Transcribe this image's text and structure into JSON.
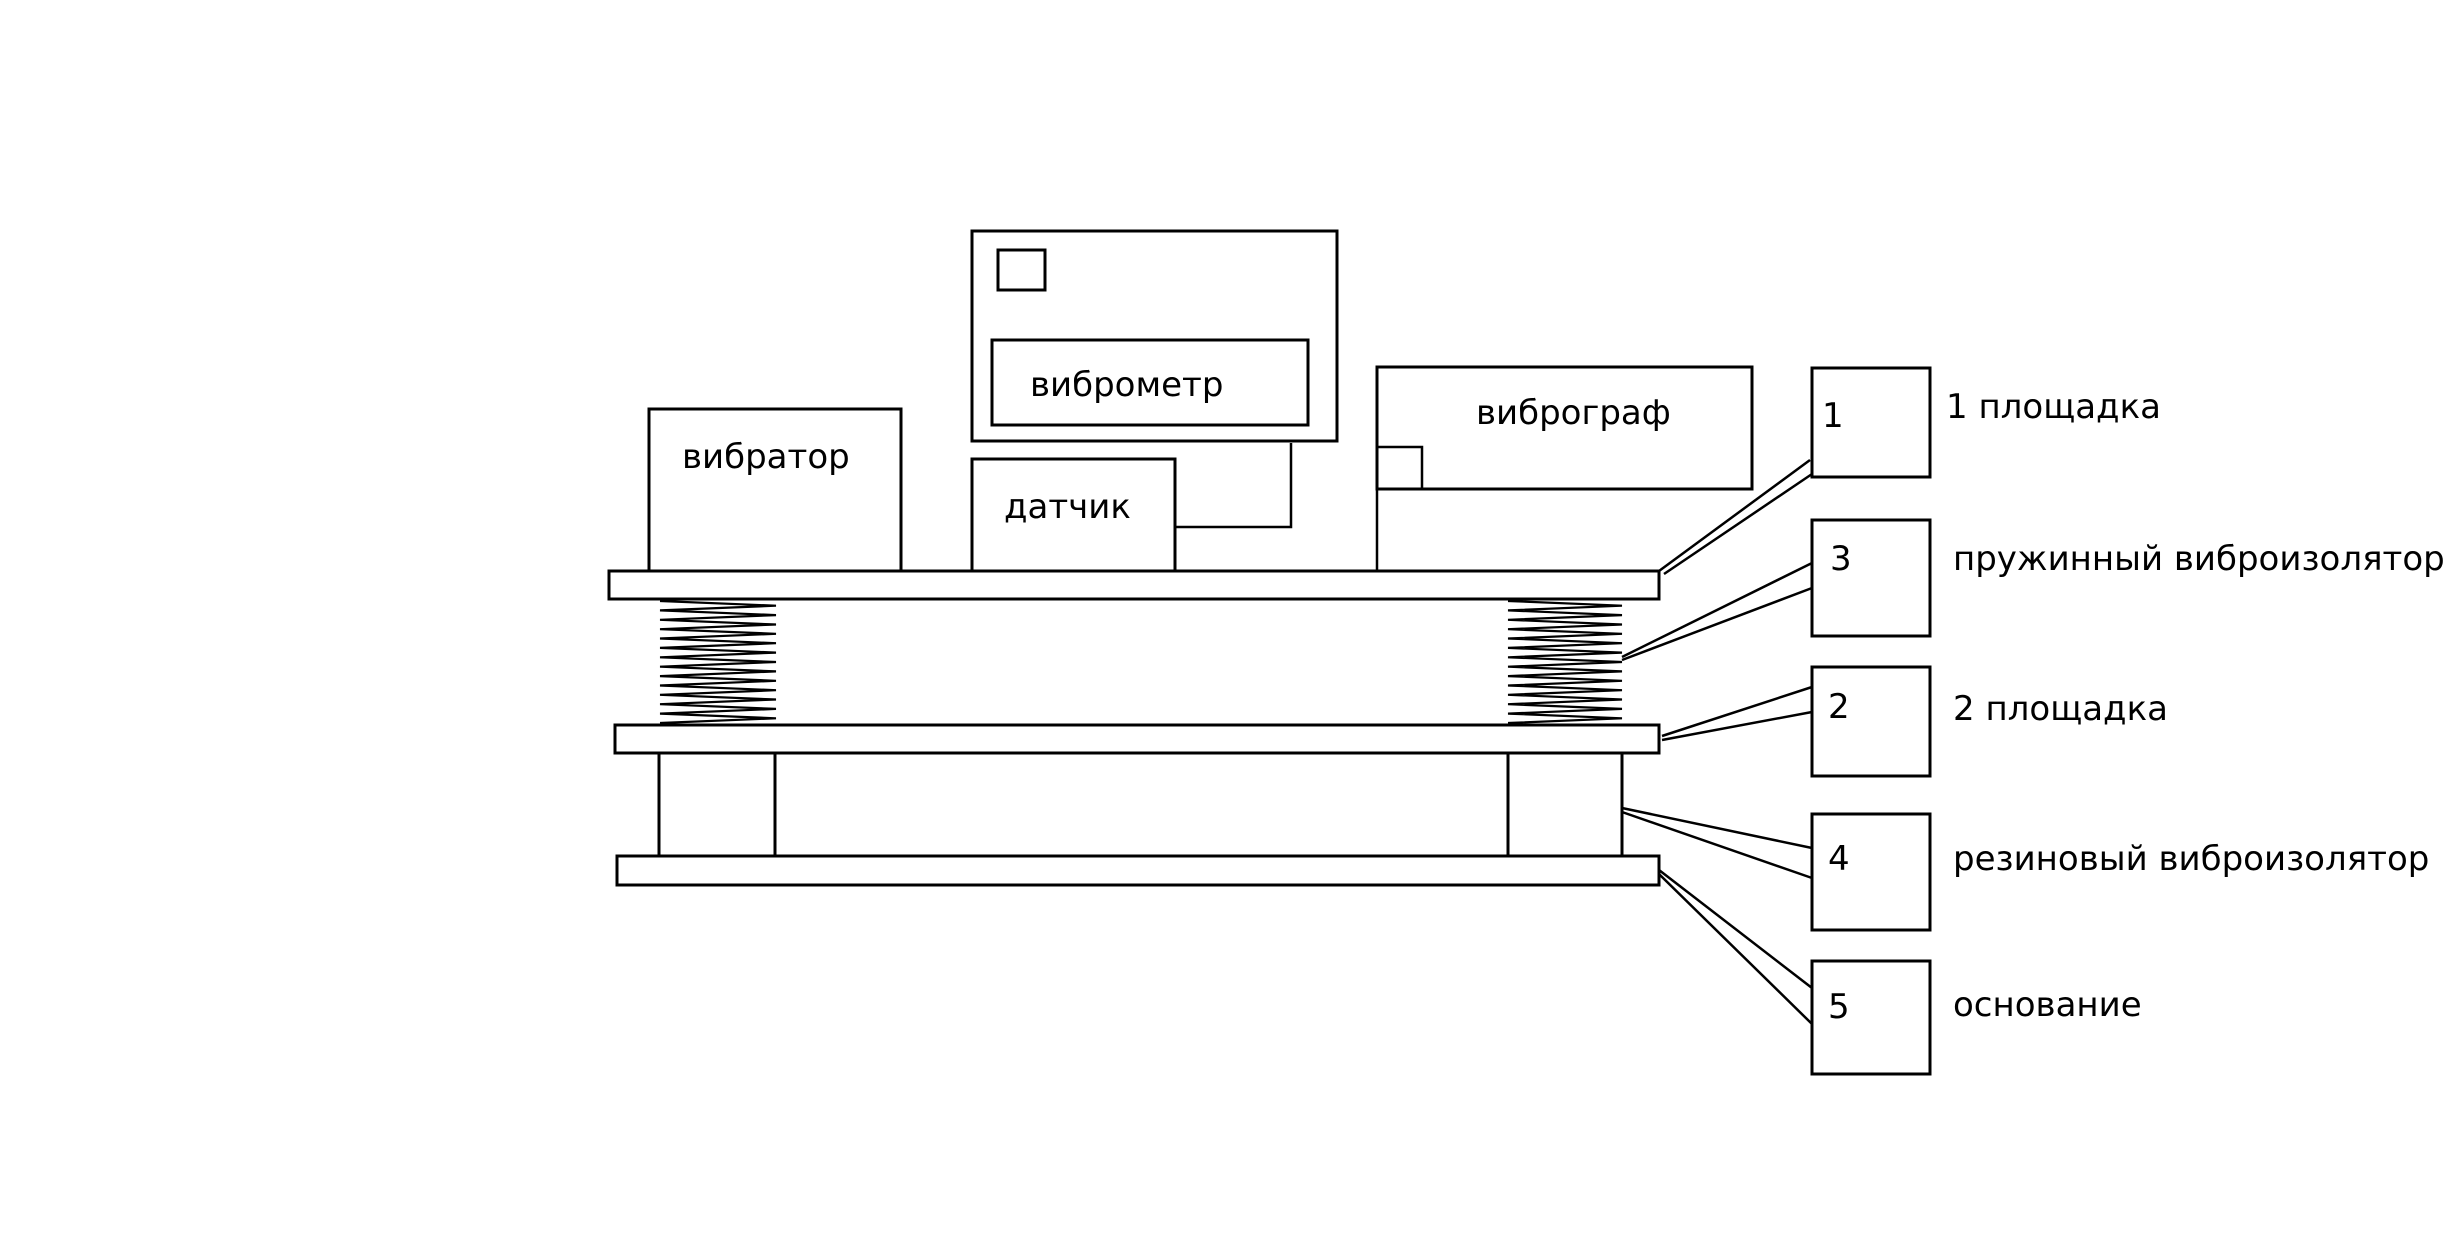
{
  "equipment": {
    "vibrator": "вибратор",
    "vibrometer": "виброметр",
    "sensor": "датчик",
    "vibrograph": "виброграф"
  },
  "legend": [
    {
      "number": "1",
      "label": "1 площадка"
    },
    {
      "number": "3",
      "label": "пружинный виброизолятор"
    },
    {
      "number": "2",
      "label": "2 площадка"
    },
    {
      "number": "4",
      "label": "резиновый виброизолятор"
    },
    {
      "number": "5",
      "label": "основание"
    }
  ],
  "colors": {
    "stroke": "#000000",
    "background": "#ffffff"
  }
}
